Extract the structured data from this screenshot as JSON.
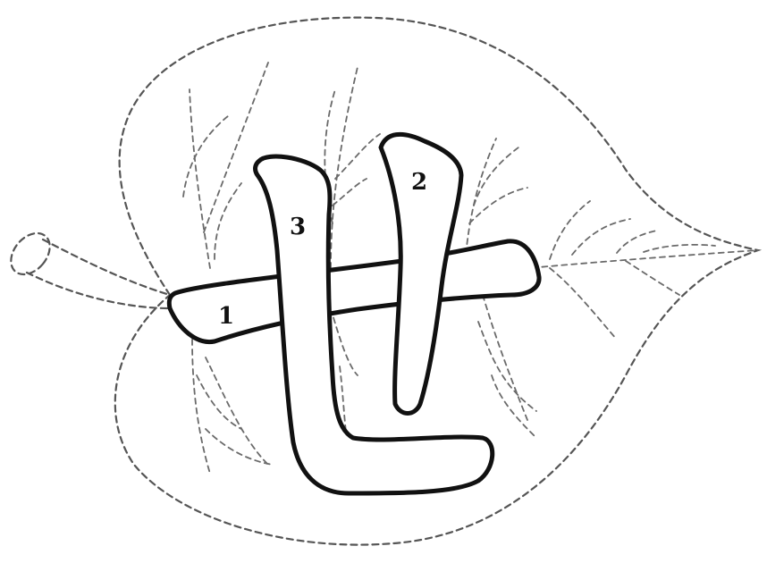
{
  "stroke_numbers": {
    "s1": "1",
    "s2": "2",
    "s3": "3"
  },
  "colors": {
    "outline": "#111111",
    "leaf_dash": "#555555",
    "background": "#ffffff"
  }
}
